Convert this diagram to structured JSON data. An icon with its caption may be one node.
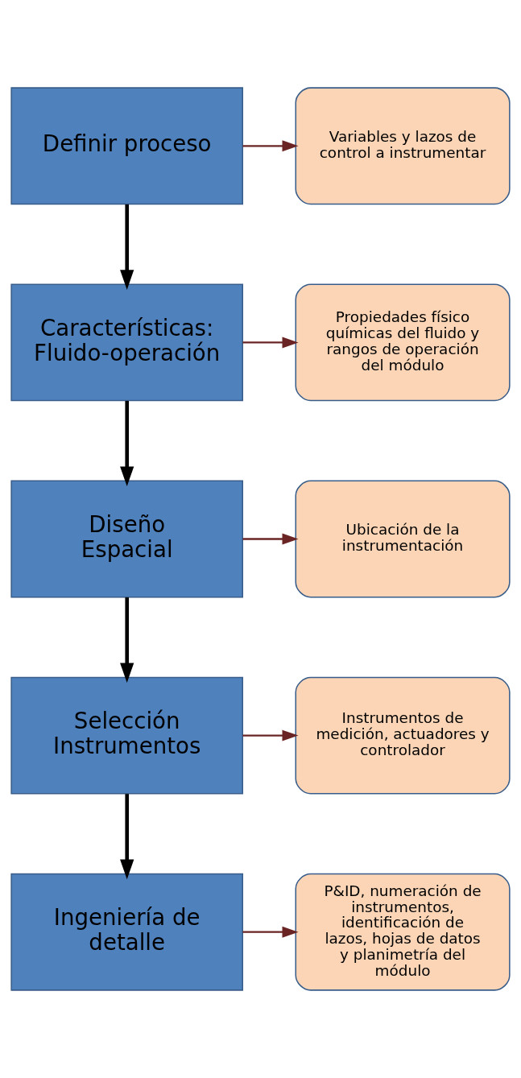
{
  "diagram": {
    "nodes": [
      {
        "text": [
          "Definir proceso"
        ]
      },
      {
        "text": [
          "Variables y lazos de control a instrumentar"
        ]
      },
      {
        "text": [
          "Características:",
          "Fluido-operación"
        ]
      },
      {
        "text": [
          "Propiedades físico químicas del fluido y rangos de operación del módulo"
        ]
      },
      {
        "text": [
          "Diseño",
          "Espacial"
        ]
      },
      {
        "text": [
          "Ubicación de la instrumentación"
        ]
      },
      {
        "text": [
          "Selección",
          "Instrumentos"
        ]
      },
      {
        "text": [
          "Instrumentos de medición, actuadores y controlador"
        ]
      },
      {
        "text": [
          "Ingeniería de detalle"
        ]
      },
      {
        "text": [
          "P&ID, numeración de instrumentos, identificación de lazos, hojas de datos y planimetría del módulo"
        ]
      }
    ],
    "edges": [
      {
        "from": 0,
        "to": 1,
        "arrow": "to"
      },
      {
        "from": 0,
        "to": 2,
        "arrow": "to",
        "style": "thick",
        "color": "#000000"
      },
      {
        "from": 2,
        "to": 3,
        "arrow": "to"
      },
      {
        "from": 2,
        "to": 4,
        "arrow": "to",
        "style": "thick",
        "color": "#000000"
      },
      {
        "from": 4,
        "to": 5,
        "arrow": "to"
      },
      {
        "from": 4,
        "to": 6,
        "arrow": "to",
        "style": "thick",
        "color": "#000000"
      },
      {
        "from": 6,
        "to": 7,
        "arrow": "to"
      },
      {
        "from": 6,
        "to": 8,
        "arrow": "to",
        "style": "thick",
        "color": "#000000"
      },
      {
        "from": 8,
        "to": 9,
        "arrow": "to"
      }
    ]
  }
}
